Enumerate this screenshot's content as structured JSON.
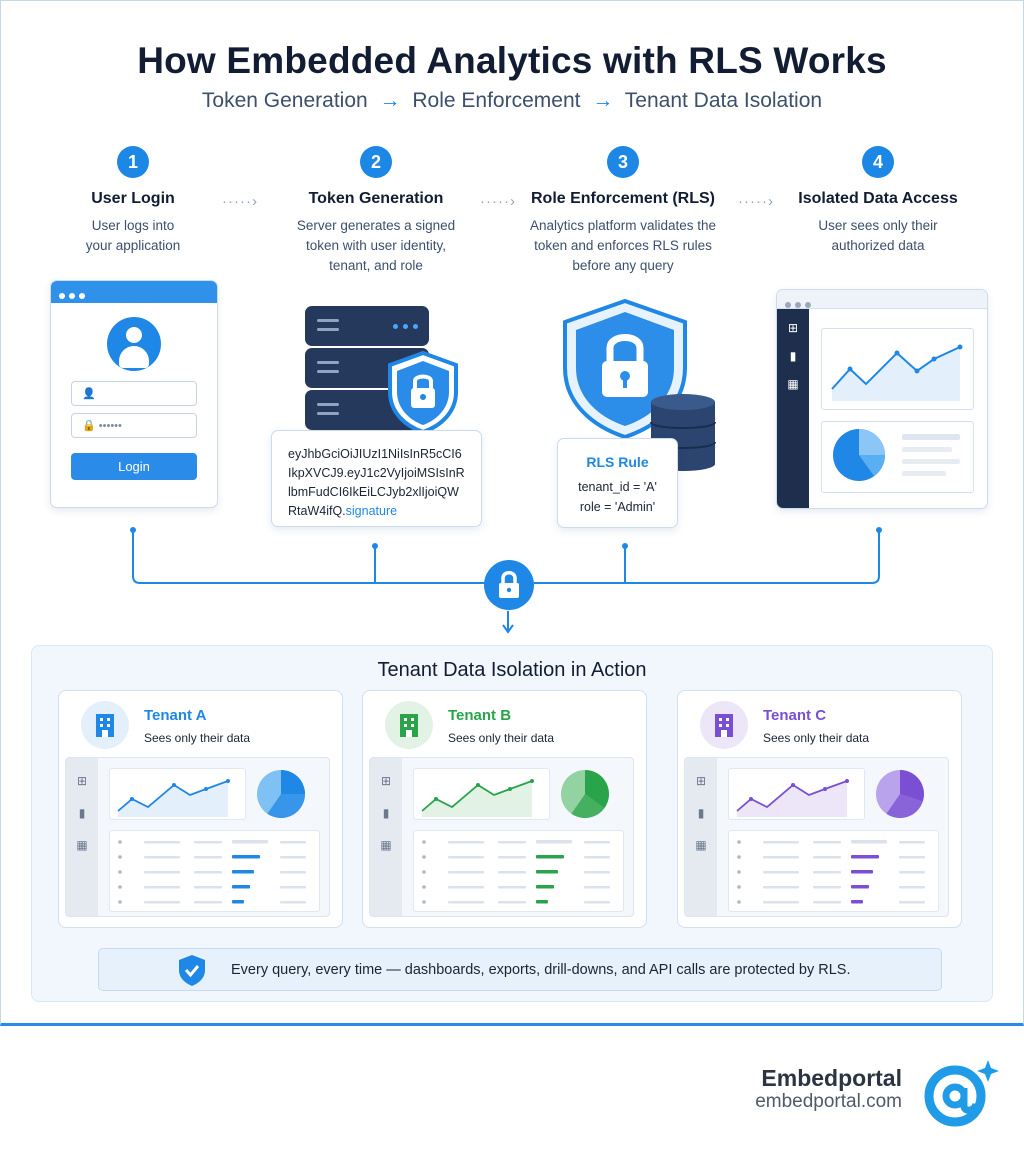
{
  "header": {
    "title": "How Embedded Analytics with RLS Works",
    "subtitle_parts": [
      "Token Generation",
      "Role Enforcement",
      "Tenant Data Isolation"
    ],
    "subtitle_arrow": "→"
  },
  "steps": [
    {
      "number": "1",
      "title": "User Login",
      "desc": [
        "User logs into",
        "your application"
      ]
    },
    {
      "number": "2",
      "title": "Token Generation",
      "desc": [
        "Server generates a signed",
        "token with user identity,",
        "tenant, and role"
      ]
    },
    {
      "number": "3",
      "title": "Role Enforcement (RLS)",
      "desc": [
        "Analytics platform validates the",
        "token and enforces RLS rules",
        "before any query"
      ]
    },
    {
      "number": "4",
      "title": "Isolated Data Access",
      "desc": [
        "User sees only their",
        "authorized data"
      ]
    }
  ],
  "step_connector": "·····›",
  "login": {
    "user_field": "",
    "password_field": "••••••",
    "button": "Login"
  },
  "token": {
    "text": "eyJhbGciOiJIUzI1NiIsInR5cCI6IkpXVCJ9.eyJ1c2VyIjoiMSIsInRlbmFudCI6IkEiLCJyb2xlIjoiQWRtaW4ifQ.",
    "signature": "signature"
  },
  "rls_rule": {
    "title": "RLS Rule",
    "lines": [
      "tenant_id = 'A'",
      "role = 'Admin'"
    ]
  },
  "isolation": {
    "title": "Tenant Data Isolation in Action",
    "tenants": [
      {
        "name": "Tenant A",
        "desc": "Sees only their data",
        "color": "#1f87e5",
        "light": "#e3f0fc",
        "pie_light": "#7fc0f5",
        "pie_fraction": 0.25
      },
      {
        "name": "Tenant B",
        "desc": "Sees only their data",
        "color": "#2aa44a",
        "light": "#e2f3e6",
        "pie_light": "#93d3a2",
        "pie_fraction": 0.35
      },
      {
        "name": "Tenant C",
        "desc": "Sees only their data",
        "color": "#7a4fd3",
        "light": "#ece6f8",
        "pie_light": "#b9a3ec",
        "pie_fraction": 0.3
      }
    ]
  },
  "footer_note": "Every query, every time — dashboards, exports, drill-downs, and API calls are protected by RLS.",
  "brand": {
    "name": "Embedportal",
    "url": "embedportal.com",
    "color": "#1f9be8"
  }
}
